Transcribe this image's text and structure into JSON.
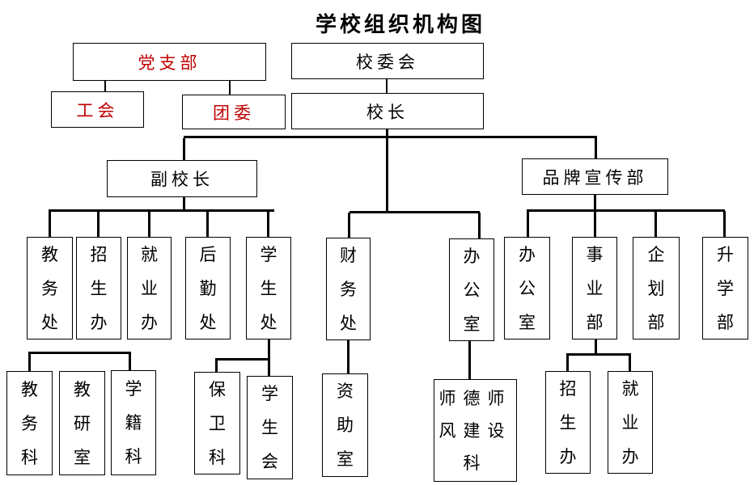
{
  "title": "学校组织机构图",
  "colors": {
    "background": "#FFFFFF",
    "default_text": "#000000",
    "highlight_red": "#C00000",
    "line": "#000000"
  },
  "nodes": [
    {
      "id": "party-branch",
      "label": "党支部",
      "color": "#C00000"
    },
    {
      "id": "school-committee",
      "label": "校委会",
      "color": "#000000"
    },
    {
      "id": "labor-union",
      "label": "工会",
      "color": "#C00000"
    },
    {
      "id": "youth-league",
      "label": "团委",
      "color": "#C00000"
    },
    {
      "id": "principal",
      "label": "校长",
      "color": "#000000"
    },
    {
      "id": "vice-principal",
      "label": "副校长",
      "color": "#000000"
    },
    {
      "id": "brand-publicity-dept",
      "label": "品牌宣传部",
      "color": "#000000"
    },
    {
      "id": "academic-affairs-office",
      "label": "教务处",
      "color": "#000000"
    },
    {
      "id": "admissions-office",
      "label": "招生办",
      "color": "#000000"
    },
    {
      "id": "employment-office",
      "label": "就业办",
      "color": "#000000"
    },
    {
      "id": "logistics-office",
      "label": "后勤处",
      "color": "#000000"
    },
    {
      "id": "student-affairs-office",
      "label": "学生处",
      "color": "#000000"
    },
    {
      "id": "finance-office",
      "label": "财务处",
      "color": "#000000"
    },
    {
      "id": "general-office-1",
      "label": "办公室",
      "color": "#000000"
    },
    {
      "id": "general-office-2",
      "label": "办公室",
      "color": "#000000"
    },
    {
      "id": "business-dept",
      "label": "事业部",
      "color": "#000000"
    },
    {
      "id": "planning-dept",
      "label": "企划部",
      "color": "#000000"
    },
    {
      "id": "further-education-dept",
      "label": "升学部",
      "color": "#000000"
    },
    {
      "id": "academic-affairs-section",
      "label": "教务科",
      "color": "#000000"
    },
    {
      "id": "teaching-research-office",
      "label": "教研室",
      "color": "#000000"
    },
    {
      "id": "student-records-section",
      "label": "学籍科",
      "color": "#000000"
    },
    {
      "id": "security-section",
      "label": "保卫科",
      "color": "#000000"
    },
    {
      "id": "student-union",
      "label": "学生会",
      "color": "#000000"
    },
    {
      "id": "financial-aid-office",
      "label": "资助室",
      "color": "#000000"
    },
    {
      "id": "teacher-ethics-section",
      "label": "师德师风建设科",
      "color": "#000000"
    },
    {
      "id": "admissions-office-2",
      "label": "招生办",
      "color": "#000000"
    },
    {
      "id": "employment-office-2",
      "label": "就业办",
      "color": "#000000"
    }
  ],
  "hierarchy": [
    {
      "parent": "party-branch",
      "children": [
        "labor-union",
        "youth-league"
      ]
    },
    {
      "parent": "school-committee",
      "children": [
        "principal"
      ]
    },
    {
      "parent": "principal",
      "children": [
        "vice-principal",
        "finance-office",
        "general-office-1",
        "brand-publicity-dept"
      ]
    },
    {
      "parent": "vice-principal",
      "children": [
        "academic-affairs-office",
        "admissions-office",
        "employment-office",
        "logistics-office",
        "student-affairs-office"
      ]
    },
    {
      "parent": "brand-publicity-dept",
      "children": [
        "general-office-2",
        "business-dept",
        "planning-dept",
        "further-education-dept"
      ]
    },
    {
      "parent": "academic-affairs-office",
      "children": [
        "academic-affairs-section",
        "teaching-research-office",
        "student-records-section"
      ]
    },
    {
      "parent": "student-affairs-office",
      "children": [
        "security-section",
        "student-union"
      ]
    },
    {
      "parent": "finance-office",
      "children": [
        "financial-aid-office"
      ]
    },
    {
      "parent": "general-office-1",
      "children": [
        "teacher-ethics-section"
      ]
    },
    {
      "parent": "business-dept",
      "children": [
        "admissions-office-2",
        "employment-office-2"
      ]
    }
  ]
}
